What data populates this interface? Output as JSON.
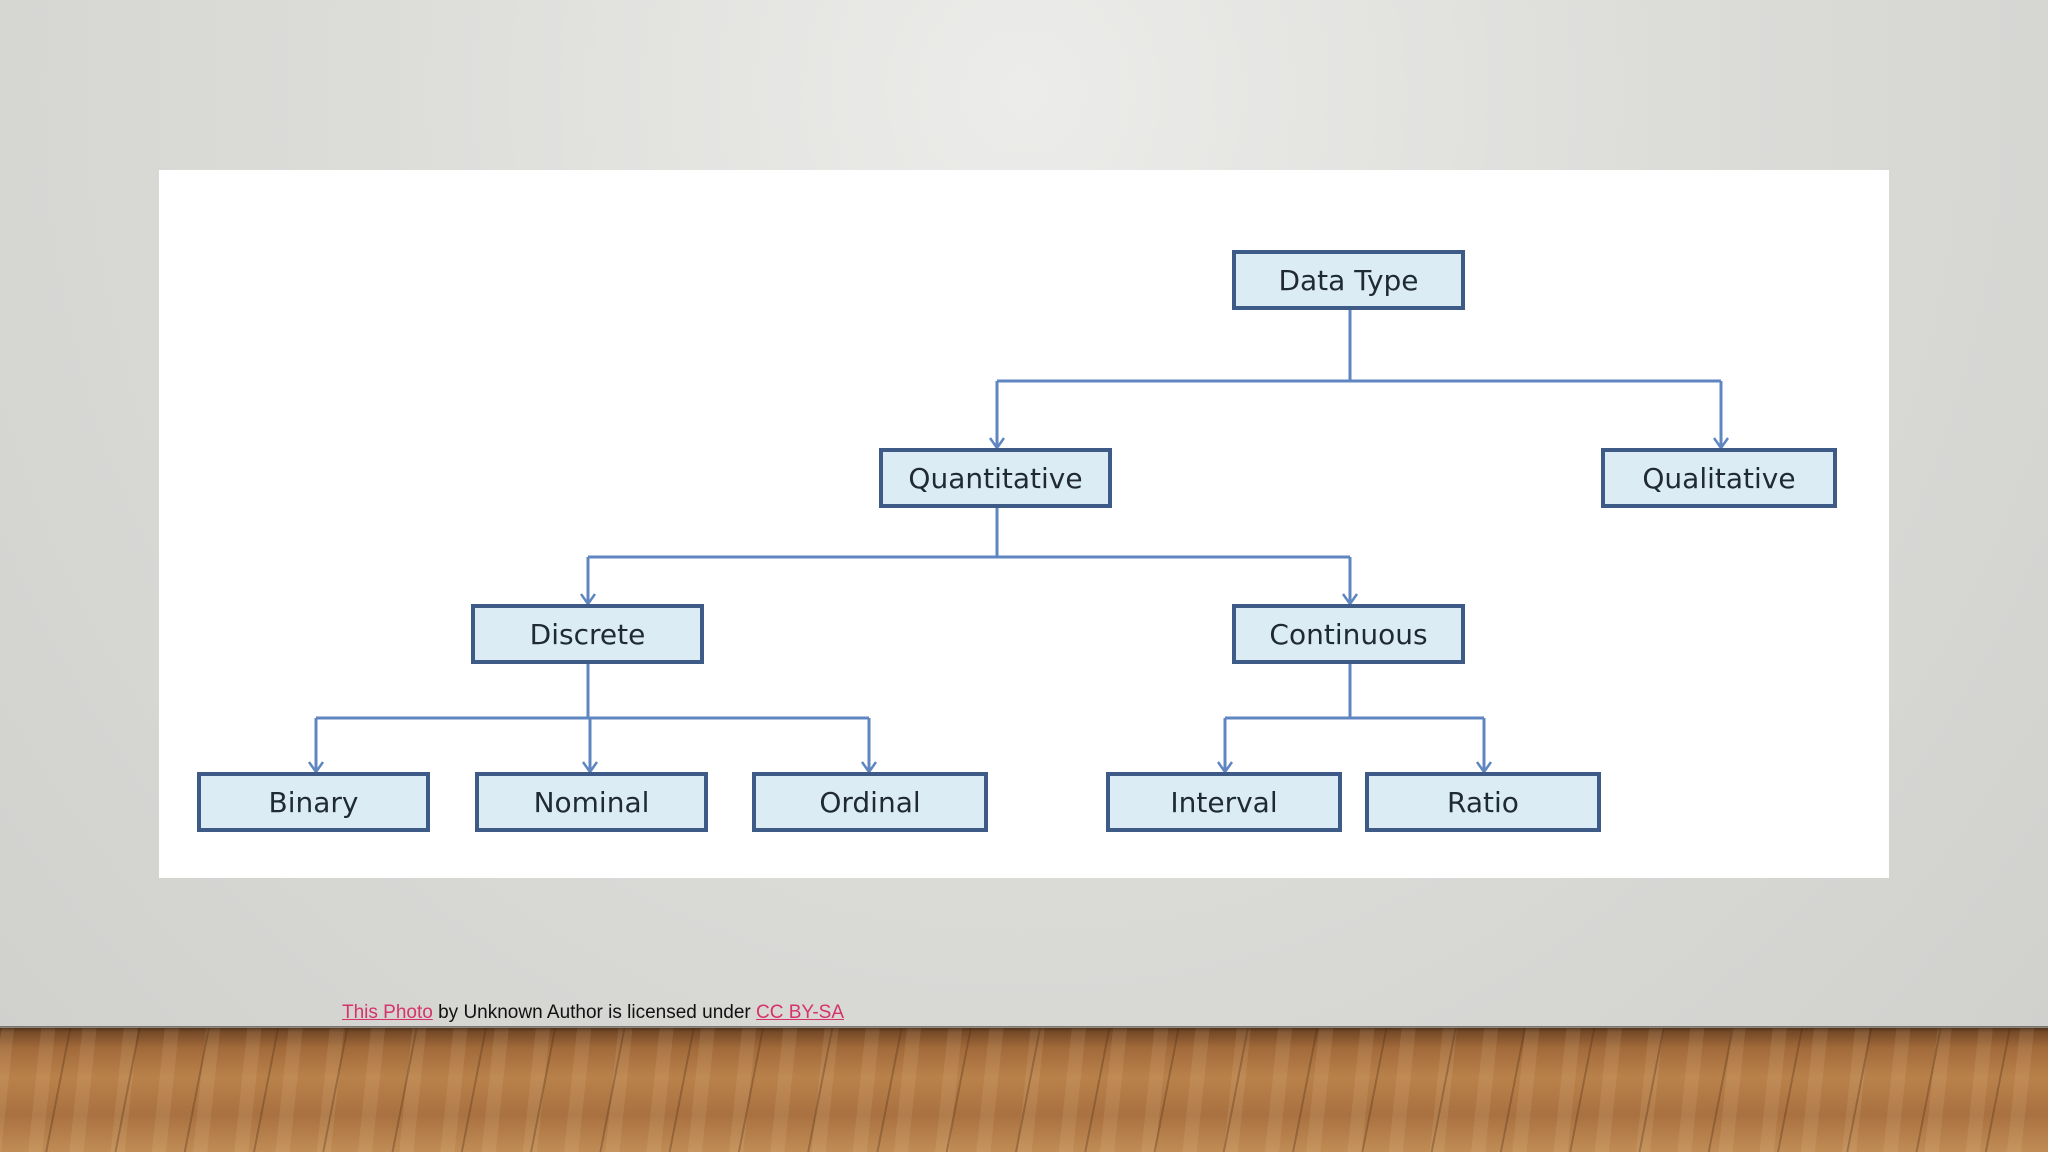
{
  "diagram": {
    "nodes": {
      "data_type": "Data Type",
      "quantitative": "Quantitative",
      "qualitative": "Qualitative",
      "discrete": "Discrete",
      "continuous": "Continuous",
      "binary": "Binary",
      "nominal": "Nominal",
      "ordinal": "Ordinal",
      "interval": "Interval",
      "ratio": "Ratio"
    },
    "edges": [
      [
        "data_type",
        "quantitative"
      ],
      [
        "data_type",
        "qualitative"
      ],
      [
        "quantitative",
        "discrete"
      ],
      [
        "quantitative",
        "continuous"
      ],
      [
        "discrete",
        "binary"
      ],
      [
        "discrete",
        "nominal"
      ],
      [
        "discrete",
        "ordinal"
      ],
      [
        "continuous",
        "interval"
      ],
      [
        "continuous",
        "ratio"
      ]
    ],
    "colors": {
      "node_fill": "#dcecf4",
      "node_border": "#3d5b86",
      "connector": "#5f86c0"
    }
  },
  "caption": {
    "photo_link": "This Photo",
    "middle_text": " by Unknown Author is licensed under ",
    "license_link": "CC BY-SA",
    "link_color": "#d6336c"
  }
}
